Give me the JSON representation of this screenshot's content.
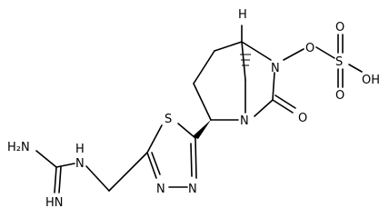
{
  "molecule": {
    "atoms": {
      "h_top": "H",
      "n_upper": "N",
      "n_lower": "N",
      "o_ester": "O",
      "s_sulfur": "S",
      "o_s_top": "O",
      "o_s_bottom": "O",
      "oh": "OH",
      "o_carbonyl": "O",
      "s_thiadiazole": "S",
      "n_thia_right": "N",
      "n_thia_left": "N",
      "hn_guan": "H",
      "n_guan_link": "N",
      "h2n": "H₂N",
      "hn_imine": "HN"
    }
  }
}
